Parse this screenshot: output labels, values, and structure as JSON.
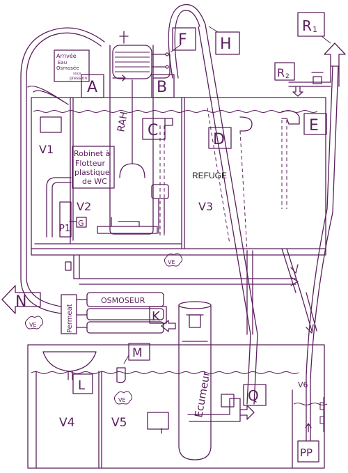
{
  "colors": {
    "ink": "#5a1f5c",
    "paper": "#ffffff",
    "printed_text": "#1a1a1a"
  },
  "labels": {
    "A": "A",
    "B": "B",
    "C": "C",
    "D": "D",
    "E": "E",
    "F": "F",
    "H": "H",
    "K": "K",
    "L": "L",
    "M": "M",
    "Q": "Q",
    "G": "G",
    "R1": "R",
    "R1_sub": "1",
    "R2": "R",
    "R2_sub": "2",
    "N": "N",
    "PP": "PP"
  },
  "notes": {
    "arrivee_line1": "Arrivée",
    "arrivee_line2": "Eau",
    "arrivee_line3": "Osmosée",
    "arrivee_line4": "sous",
    "arrivee_line5": "pression",
    "robinet_line1": "Robinet à",
    "robinet_line2": "Flotteur",
    "robinet_line3": "plastique",
    "robinet_line4": "de WC",
    "rah": "RAH",
    "refuge": "REFUGE",
    "osmoseur": "OSMOSEUR",
    "permeat": "Permeat",
    "ecumeur": "Ecumeur",
    "ve": "VE"
  },
  "volumes": {
    "v1": "V1",
    "v2": "V2",
    "v3": "V3",
    "v4": "V4",
    "v5": "V5",
    "v6": "V6",
    "p1": "P1"
  }
}
